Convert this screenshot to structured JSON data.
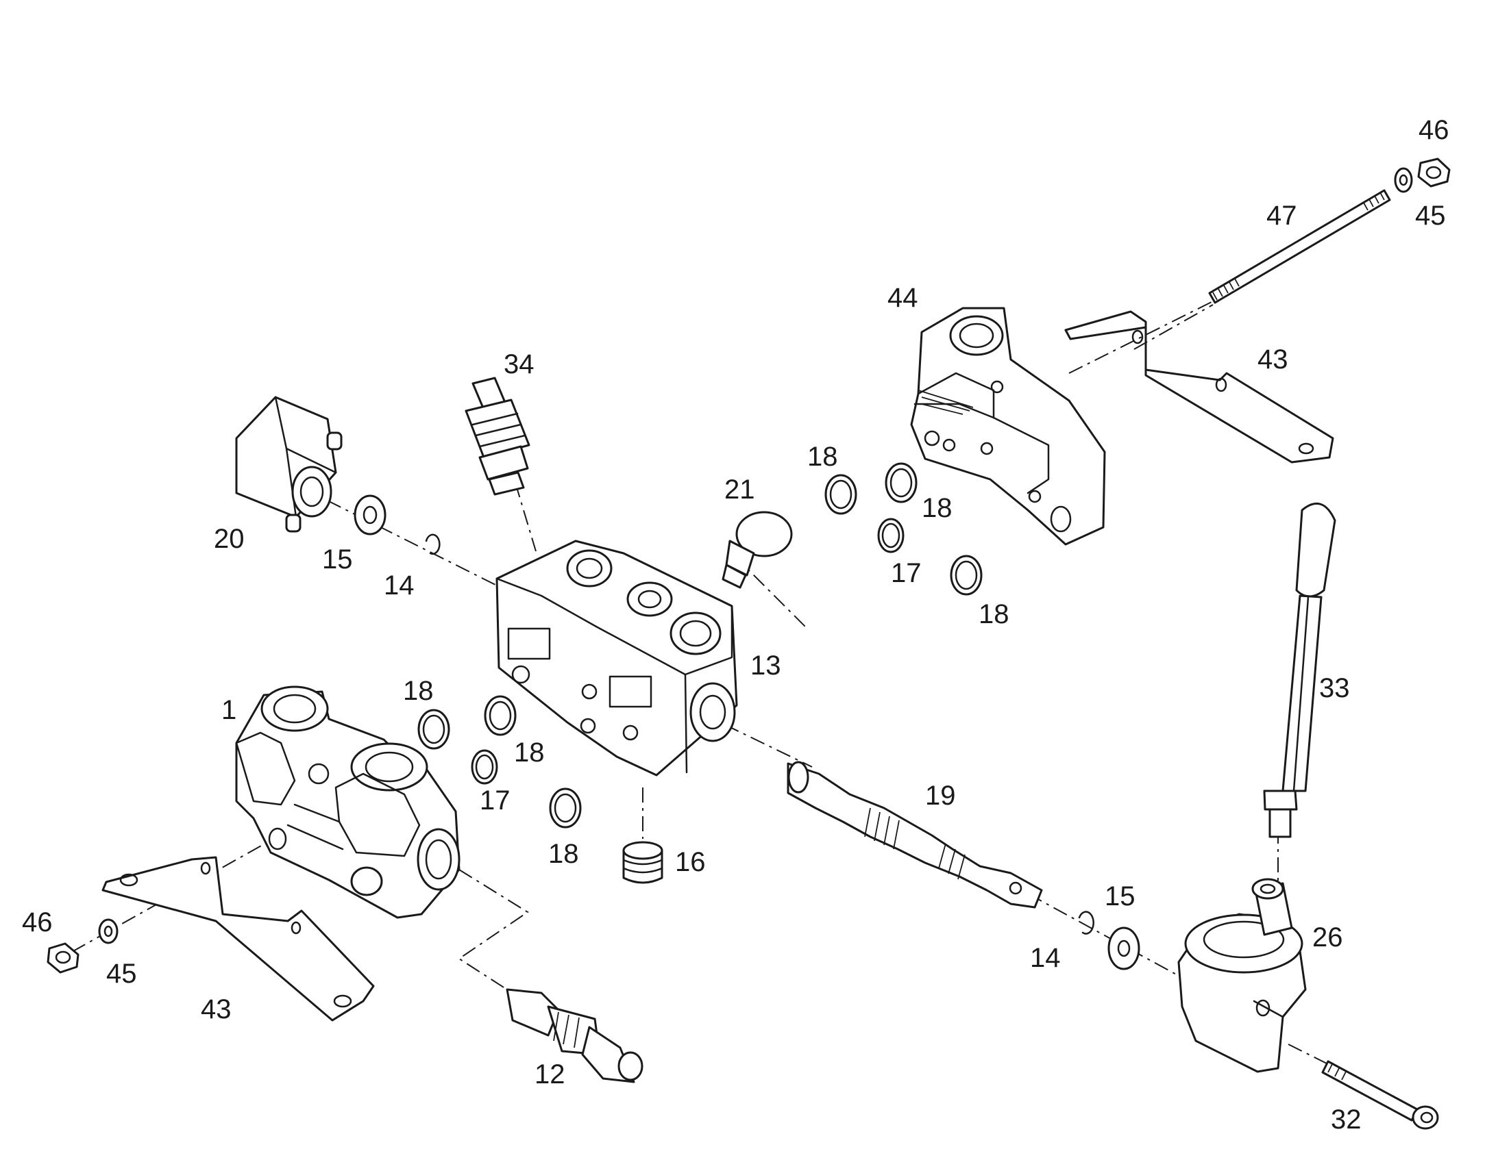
{
  "callouts": [
    {
      "id": "c1",
      "text": "1"
    },
    {
      "id": "c12",
      "text": "12"
    },
    {
      "id": "c13",
      "text": "13"
    },
    {
      "id": "c14a",
      "text": "14"
    },
    {
      "id": "c14b",
      "text": "14"
    },
    {
      "id": "c15a",
      "text": "15"
    },
    {
      "id": "c15b",
      "text": "15"
    },
    {
      "id": "c16",
      "text": "16"
    },
    {
      "id": "c17a",
      "text": "17"
    },
    {
      "id": "c17b",
      "text": "17"
    },
    {
      "id": "c18a",
      "text": "18"
    },
    {
      "id": "c18b",
      "text": "18"
    },
    {
      "id": "c18c",
      "text": "18"
    },
    {
      "id": "c18d",
      "text": "18"
    },
    {
      "id": "c18e",
      "text": "18"
    },
    {
      "id": "c18f",
      "text": "18"
    },
    {
      "id": "c19",
      "text": "19"
    },
    {
      "id": "c20",
      "text": "20"
    },
    {
      "id": "c21",
      "text": "21"
    },
    {
      "id": "c26",
      "text": "26"
    },
    {
      "id": "c32",
      "text": "32"
    },
    {
      "id": "c33",
      "text": "33"
    },
    {
      "id": "c34",
      "text": "34"
    },
    {
      "id": "c43a",
      "text": "43"
    },
    {
      "id": "c43b",
      "text": "43"
    },
    {
      "id": "c44",
      "text": "44"
    },
    {
      "id": "c45a",
      "text": "45"
    },
    {
      "id": "c45b",
      "text": "45"
    },
    {
      "id": "c46a",
      "text": "46"
    },
    {
      "id": "c46b",
      "text": "46"
    },
    {
      "id": "c47",
      "text": "47"
    }
  ]
}
